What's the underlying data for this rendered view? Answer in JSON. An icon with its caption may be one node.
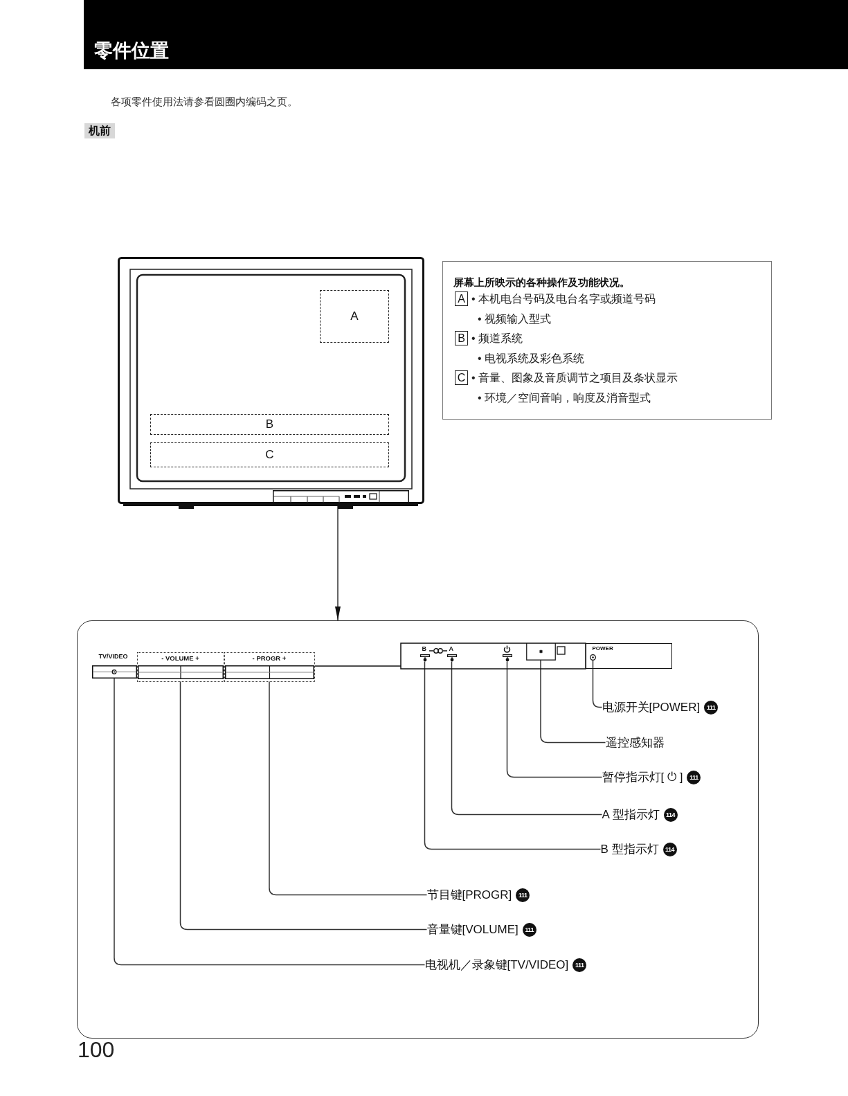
{
  "diagram": {
    "title": "零件位置",
    "nodes": [
      {
        "text": [],
        "shape": "picture"
      },
      {
        "text": [
          "A"
        ],
        "in": 0
      },
      {
        "text": [
          "B"
        ],
        "in": 0
      },
      {
        "text": [
          "C"
        ],
        "in": 0
      },
      {
        "text": [],
        "shape": "bar",
        "in": 0
      },
      {
        "text": [
          "屏幕上所映示的各种操作及功能状况。"
        ]
      },
      {
        "text": [
          "A"
        ],
        "in": 5,
        "beside": [
          "• 本机电台号码及电台名字或频道号码",
          "• 视频输入型式"
        ]
      },
      {
        "text": [
          "B"
        ],
        "in": 5,
        "beside": [
          "• 频道系统",
          "• 电视系统及彩色系统"
        ]
      },
      {
        "text": [
          "C"
        ],
        "in": 5,
        "beside": [
          "• 音量、图象及音质调节之项目及条状显示",
          "• 环境／空间音响，响度及消音型式"
        ]
      },
      {
        "text": [],
        "shape": "box"
      },
      {
        "text": [],
        "shape": "box",
        "in": 9,
        "beside": [
          "TV/VIDEO"
        ]
      },
      {
        "text": [
          "- VOLUME +"
        ],
        "in": 9
      },
      {
        "text": [
          "- PROGR +"
        ],
        "in": 9
      },
      {
        "text": [],
        "shape": "bar",
        "in": 9,
        "beside": [
          "B"
        ]
      },
      {
        "text": [],
        "shape": "bar",
        "in": 9,
        "beside": [
          "A"
        ]
      },
      {
        "text": [],
        "shape": "bar",
        "in": 9
      },
      {
        "text": [],
        "shape": "box",
        "in": 9
      },
      {
        "text": [
          "POWER"
        ],
        "in": 9
      },
      {
        "text": [],
        "shape": "circle",
        "in": 17
      },
      {
        "text": [
          "电源开关[POWER]",
          "111"
        ],
        "in": 9
      },
      {
        "text": [
          "遥控感知器"
        ],
        "in": 9
      },
      {
        "text": [
          "暂停指示灯[ ⏻ ]",
          "111"
        ],
        "in": 9
      },
      {
        "text": [
          "A 型指示灯",
          "114"
        ],
        "in": 9
      },
      {
        "text": [
          "B 型指示灯",
          "114"
        ],
        "in": 9
      },
      {
        "text": [
          "节目键[PROGR]",
          "111"
        ],
        "in": 9
      },
      {
        "text": [
          "音量键[VOLUME]",
          "111"
        ],
        "in": 9
      },
      {
        "text": [
          "电视机／录象键[TV/VIDEO]",
          "111"
        ],
        "in": 9
      }
    ],
    "edges": [
      {
        "from": 4,
        "to": 9,
        "arrow": "to"
      },
      {
        "from": 19,
        "to": 18,
        "arrow": "none"
      },
      {
        "from": 20,
        "to": 16,
        "arrow": "none"
      },
      {
        "from": 21,
        "to": 15,
        "arrow": "none"
      },
      {
        "from": 22,
        "to": 14,
        "arrow": "none"
      },
      {
        "from": 23,
        "to": 13,
        "arrow": "none"
      },
      {
        "from": 24,
        "to": 12,
        "arrow": "none"
      },
      {
        "from": 25,
        "to": 11,
        "arrow": "none"
      },
      {
        "from": 26,
        "to": 10,
        "arrow": "none"
      }
    ],
    "labels": [
      "各项零件使用法请参看圆圈内编码之页。",
      "机前",
      "100"
    ]
  }
}
